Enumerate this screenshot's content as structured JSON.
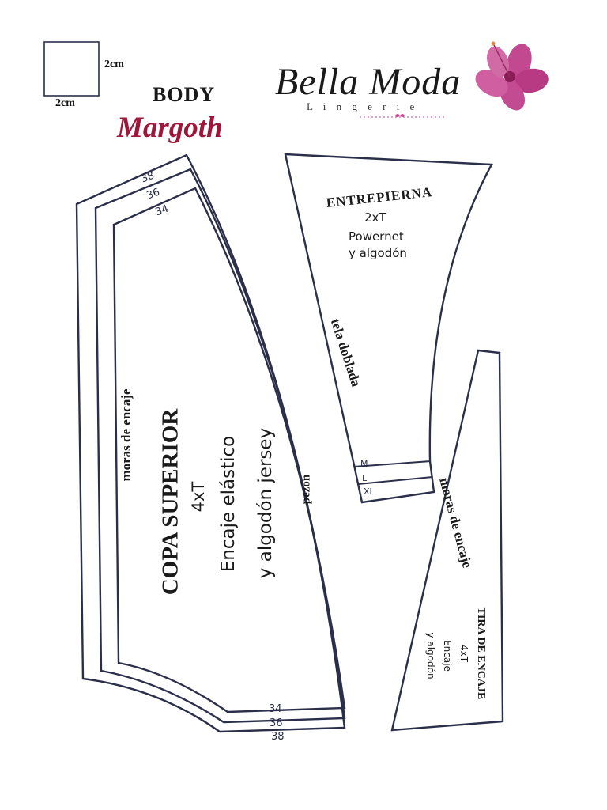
{
  "scale": {
    "width_label": "2cm",
    "height_label": "2cm"
  },
  "header": {
    "body_label": "BODY",
    "model_name": "Margoth",
    "brand_name": "Bella Moda",
    "brand_sub": "L i n g e r i e"
  },
  "copa": {
    "title": "COPA SUPERIOR",
    "qty": "4xT",
    "fabric_line1": "Encaje elástico",
    "fabric_line2": "y algodón jersey",
    "side_label": "moras de encaje",
    "curve_label": "pezón",
    "top_sizes": [
      "38",
      "36",
      "34"
    ],
    "bottom_sizes": [
      "34",
      "36",
      "38"
    ]
  },
  "entrepierna": {
    "title": "ENTREPIERNA",
    "qty": "2xT",
    "fabric_line1": "Powernet",
    "fabric_line2": "y algodón",
    "fold_label": "tela doblada",
    "sizes": [
      "M",
      "L",
      "XL"
    ]
  },
  "tira": {
    "title": "TIRA DE ENCAJE",
    "qty": "4xT",
    "fabric_line1": "Encaje",
    "fabric_line2": "y algodón",
    "side_label": "moras de encaje"
  },
  "colors": {
    "line": "#2b2f4a",
    "accent": "#a0163a",
    "flower": "#c2488f"
  }
}
